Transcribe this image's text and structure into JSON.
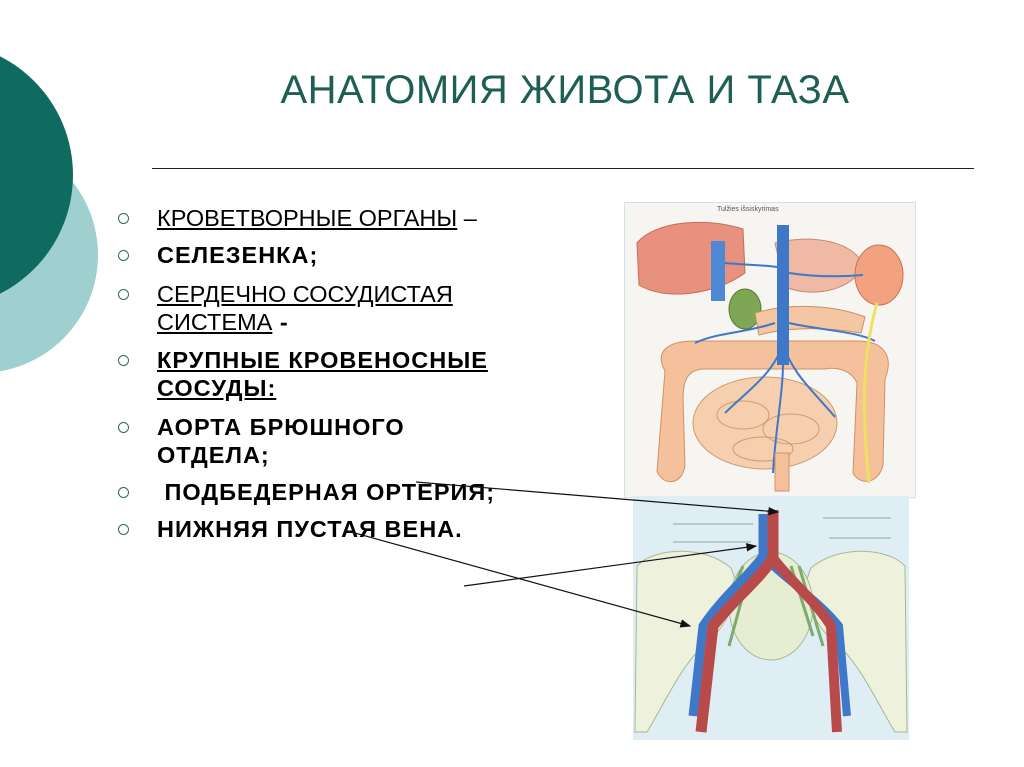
{
  "slide": {
    "title": "АНАТОМИЯ ЖИВОТА И ТАЗА",
    "bullets": [
      {
        "text": "КРОВЕТВОРНЫЕ ОРГАНЫ",
        "suffix": " –"
      },
      {
        "text": "СЕЛЕЗЕНКА;"
      },
      {
        "text": "СЕРДЕЧНО СОСУДИСТАЯ СИСТЕМА",
        "suffix": " -"
      },
      {
        "text": "КРУПНЫЕ КРОВЕНОСНЫЕ СОСУДЫ:"
      },
      {
        "text": "АОРТА БРЮШНОГО ОТДЕЛА;"
      },
      {
        "text": " ПОДБЕДЕРНАЯ ОРТЕРИЯ;"
      },
      {
        "text": "НИЖНЯЯ ПУСТАЯ ВЕНА."
      }
    ]
  },
  "figures": {
    "top_caption": "Tulžies išsiskyrimas"
  },
  "colors": {
    "title": "#1d5e55",
    "deco_dark": "#0f6b5f",
    "deco_light": "#9fcfcf",
    "artery": "#b84a4a",
    "vein": "#3f78c8"
  }
}
